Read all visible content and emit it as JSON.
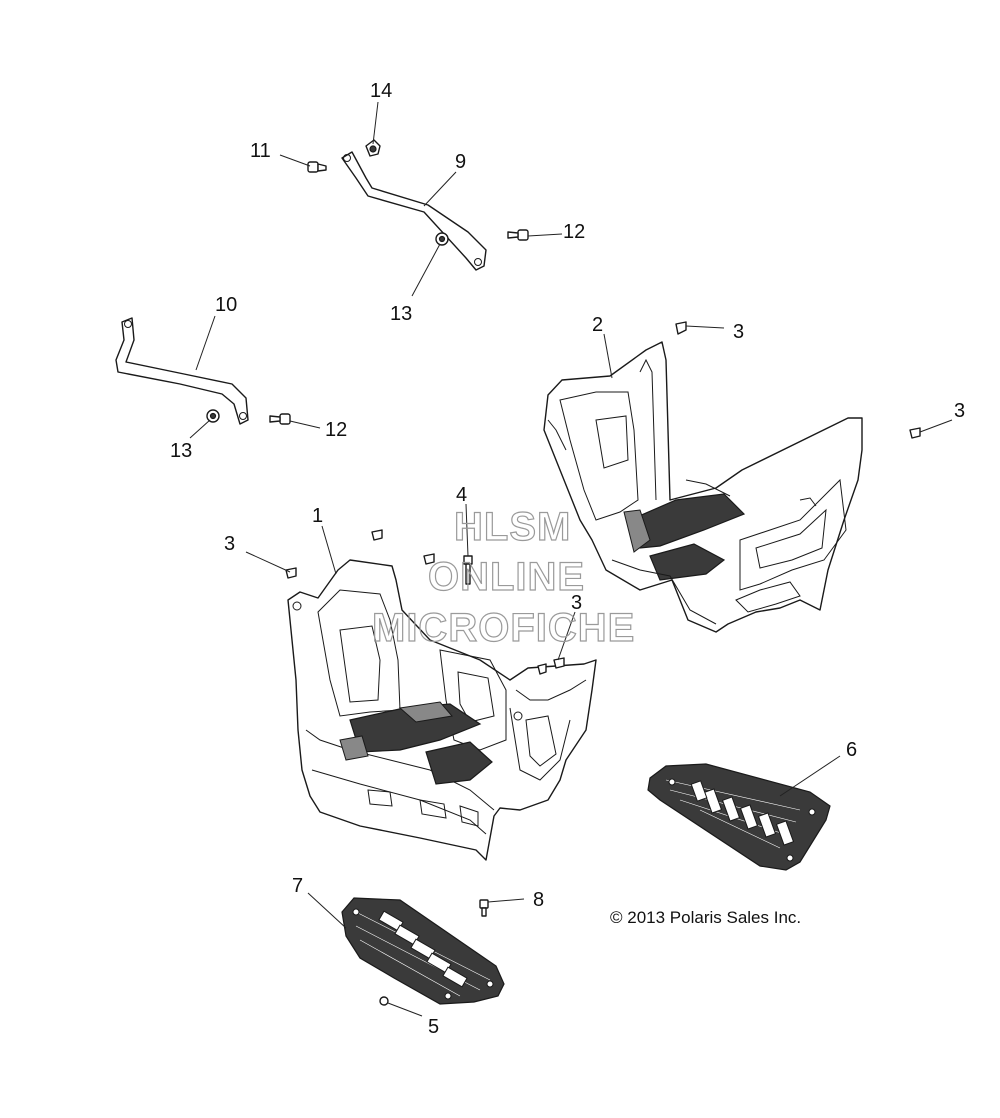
{
  "callouts": {
    "c1": "1",
    "c2": "2",
    "c3a": "3",
    "c3b": "3",
    "c3c": "3",
    "c3d": "3",
    "c4": "4",
    "c5": "5",
    "c6": "6",
    "c7": "7",
    "c8": "8",
    "c9": "9",
    "c10": "10",
    "c11": "11",
    "c12a": "12",
    "c12b": "12",
    "c13a": "13",
    "c13b": "13",
    "c14": "14"
  },
  "watermark": {
    "line1": "HLSM",
    "line2": "ONLINE",
    "line3": "MICROFICHE"
  },
  "copyright": "© 2013 Polaris Sales Inc."
}
